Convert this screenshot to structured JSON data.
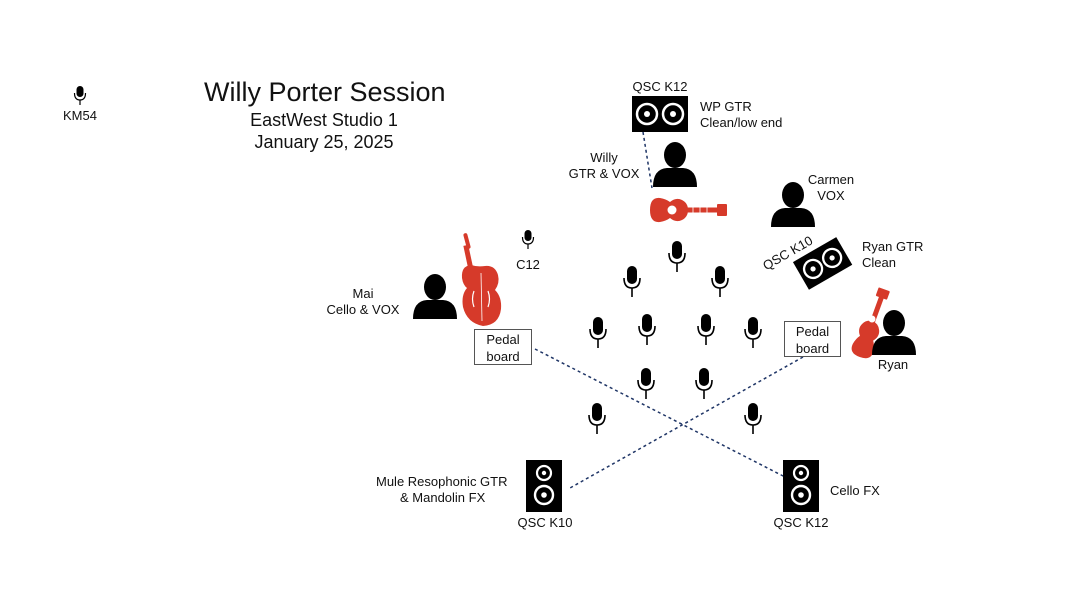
{
  "header": {
    "title": "Willy Porter Session",
    "venue": "EastWest Studio 1",
    "date": "January 25, 2025"
  },
  "mics": {
    "km54": "KM54",
    "c12": "C12"
  },
  "speakers": {
    "wp_model": "QSC K12",
    "wp_line1": "WP GTR",
    "wp_line2": "Clean/low end",
    "ryan_model": "QSC K10",
    "ryan_line1": "Ryan GTR",
    "ryan_line2": "Clean",
    "mule_line1": "Mule Resophonic GTR",
    "mule_line2": "& Mandolin FX",
    "mule_model": "QSC K10",
    "cello_label": "Cello FX",
    "cello_model": "QSC K12"
  },
  "people": {
    "willy_name": "Willy",
    "willy_role": "GTR & VOX",
    "carmen_name": "Carmen",
    "carmen_role": "VOX",
    "mai_name": "Mai",
    "mai_role": "Cello & VOX",
    "ryan_name": "Ryan"
  },
  "pedalboards": {
    "line1": "Pedal",
    "line2": "board"
  },
  "colors": {
    "instrument": "#d63a2a",
    "line": "#1f3566",
    "icon": "#000000"
  }
}
